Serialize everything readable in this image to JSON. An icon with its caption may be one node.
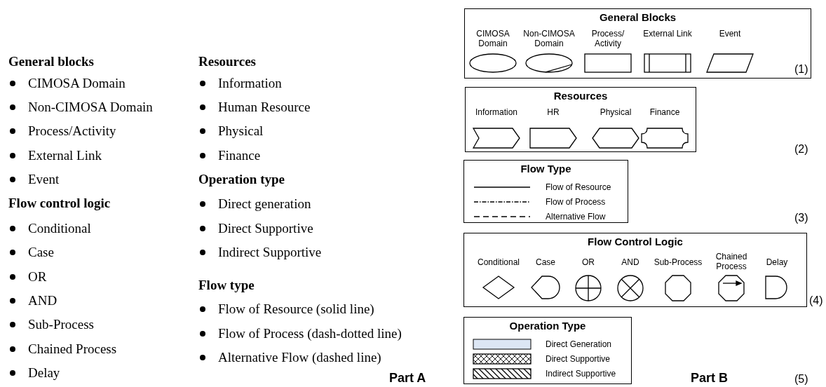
{
  "diagram": {
    "nodes": [
      {
        "text": [
          "General Blocks"
        ]
      },
      {
        "text": [
          "CIMOSA Domain"
        ],
        "in": 0
      },
      {
        "text": [
          "Non-CIMOSA Domain"
        ],
        "in": 0
      },
      {
        "text": [
          "Process/ Activity"
        ],
        "in": 0
      },
      {
        "text": [
          "External Link"
        ],
        "in": 0
      },
      {
        "text": [
          "Event"
        ],
        "in": 0
      },
      {
        "text": [
          "Resources"
        ]
      },
      {
        "text": [
          "Information"
        ],
        "in": 6
      },
      {
        "text": [
          "HR"
        ],
        "in": 6
      },
      {
        "text": [
          "Physical"
        ],
        "in": 6
      },
      {
        "text": [
          "Finance"
        ],
        "in": 6
      },
      {
        "text": [
          "Flow Type"
        ]
      },
      {
        "text": [
          "Flow Control Logic"
        ]
      },
      {
        "text": [
          "Conditional"
        ],
        "in": 12
      },
      {
        "text": [
          "Case"
        ],
        "in": 12
      },
      {
        "text": [
          "OR"
        ],
        "in": 12
      },
      {
        "text": [
          "AND"
        ],
        "in": 12
      },
      {
        "text": [
          "Sub-Process"
        ],
        "in": 12
      },
      {
        "text": [
          "Chained Process"
        ],
        "in": 12
      },
      {
        "text": [
          "Delay"
        ],
        "in": 12
      },
      {
        "text": [
          "Operation Type"
        ]
      }
    ],
    "labels": [
      "General blocks",
      "CIMOSA Domain",
      "Non-CIMOSA Domain",
      "Process/Activity",
      "External Link",
      "Event",
      "Flow control logic",
      "Conditional",
      "Case",
      "OR",
      "AND",
      "Sub-Process",
      "Chained Process",
      "Delay",
      "Resources",
      "Information",
      "Human Resource",
      "Physical",
      "Finance",
      "Operation type",
      "Direct generation",
      "Direct Supportive",
      "Indirect Supportive",
      "Flow type",
      "Flow of Resource (solid line)",
      "Flow of Process (dash-dotted line)",
      "Alternative Flow (dashed line)",
      "Part A",
      "(1)",
      "(2)",
      "(3)",
      "(4)",
      "(5)",
      "Part B"
    ],
    "legend": [
      {
        "text": "Flow of Resource"
      },
      {
        "text": "Flow of Process"
      },
      {
        "text": "Alternative Flow"
      },
      {
        "text": "Direct Generation",
        "color": "#dce6f4"
      },
      {
        "text": "Direct Supportive"
      },
      {
        "text": "Indirect Supportive"
      }
    ]
  }
}
